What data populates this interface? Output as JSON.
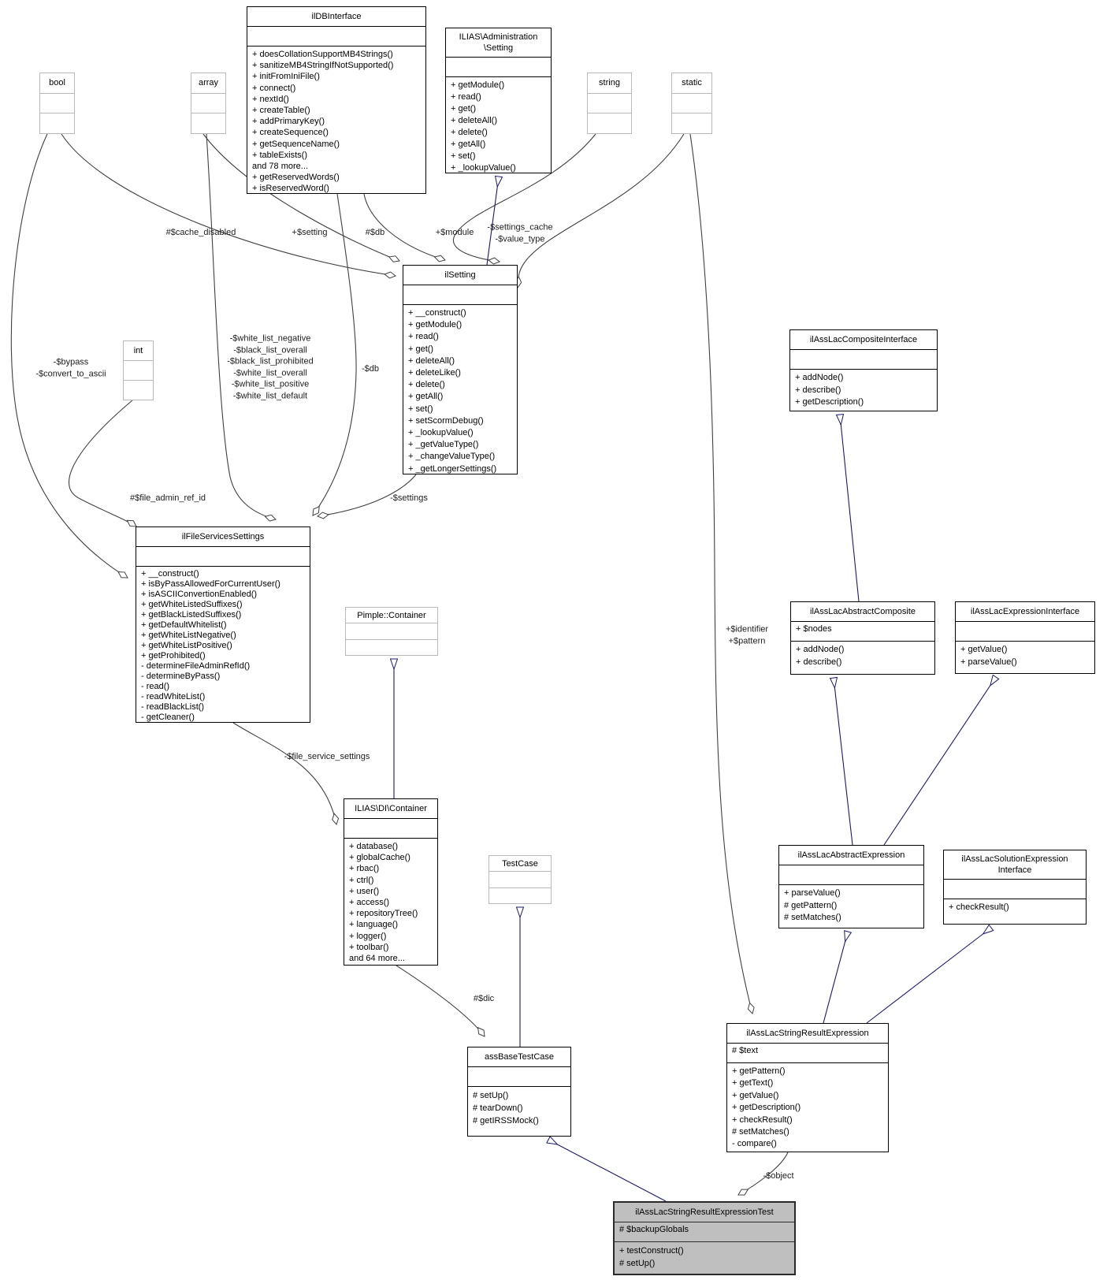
{
  "classes": {
    "db_interface": {
      "title": "ilDBInterface",
      "attrs": [],
      "methods": [
        "+ doesCollationSupportMB4Strings()",
        "+ sanitizeMB4StringIfNotSupported()",
        "+ initFromIniFile()",
        "+ connect()",
        "+ nextId()",
        "+ createTable()",
        "+ addPrimaryKey()",
        "+ createSequence()",
        "+ getSequenceName()",
        "+ tableExists()",
        "and 78 more...",
        "+ getReservedWords()",
        "+ isReservedWord()"
      ]
    },
    "administration_setting": {
      "title": "ILIAS\\Administration\n\\Setting",
      "attrs": [],
      "methods": [
        "+ getModule()",
        "+ read()",
        "+ get()",
        "+ deleteAll()",
        "+ delete()",
        "+ getAll()",
        "+ set()",
        "+ _lookupValue()"
      ]
    },
    "bool_type": {
      "title": "bool"
    },
    "array_type": {
      "title": "array"
    },
    "string_type": {
      "title": "string"
    },
    "static_type": {
      "title": "static"
    },
    "int_type": {
      "title": "int"
    },
    "il_setting": {
      "title": "ilSetting",
      "attrs": [],
      "methods": [
        "+ __construct()",
        "+ getModule()",
        "+ read()",
        "+ get()",
        "+ deleteAll()",
        "+ deleteLike()",
        "+ delete()",
        "+ getAll()",
        "+ set()",
        "+ setScormDebug()",
        "+ _lookupValue()",
        "+ _getValueType()",
        "+ _changeValueType()",
        "+ _getLongerSettings()"
      ]
    },
    "file_services_settings": {
      "title": "ilFileServicesSettings",
      "attrs": [],
      "methods": [
        "+ __construct()",
        "+ isByPassAllowedForCurrentUser()",
        "+ isASCIIConvertionEnabled()",
        "+ getWhiteListedSuffixes()",
        "+ getBlackListedSuffixes()",
        "+ getDefaultWhitelist()",
        "+ getWhiteListNegative()",
        "+ getWhiteListPositive()",
        "+ getProhibited()",
        "- determineFileAdminRefId()",
        "- determineByPass()",
        "- read()",
        "- readWhiteList()",
        "- readBlackList()",
        "- getCleaner()"
      ]
    },
    "pimple_container": {
      "title": "Pimple::Container"
    },
    "di_container": {
      "title": "ILIAS\\DI\\Container",
      "attrs": [],
      "methods": [
        "+ database()",
        "+ globalCache()",
        "+ rbac()",
        "+ ctrl()",
        "+ user()",
        "+ access()",
        "+ repositoryTree()",
        "+ language()",
        "+ logger()",
        "+ toolbar()",
        "and 64 more..."
      ]
    },
    "test_case": {
      "title": "TestCase"
    },
    "ass_base_test_case": {
      "title": "assBaseTestCase",
      "attrs": [],
      "methods": [
        "# setUp()",
        "# tearDown()",
        "# getIRSSMock()"
      ]
    },
    "composite_interface": {
      "title": "ilAssLacCompositeInterface",
      "attrs": [],
      "methods": [
        "+ addNode()",
        "+ describe()",
        "+ getDescription()"
      ]
    },
    "abstract_composite": {
      "title": "ilAssLacAbstractComposite",
      "attrs": [
        "+ $nodes"
      ],
      "methods": [
        "+ addNode()",
        "+ describe()"
      ]
    },
    "expression_interface": {
      "title": "ilAssLacExpressionInterface",
      "attrs": [],
      "methods": [
        "+ getValue()",
        "+ parseValue()"
      ]
    },
    "abstract_expression": {
      "title": "ilAssLacAbstractExpression",
      "attrs": [],
      "methods": [
        "+ parseValue()",
        "# getPattern()",
        "# setMatches()"
      ]
    },
    "solution_expression_interface": {
      "title": "ilAssLacSolutionExpression\nInterface",
      "attrs": [],
      "methods": [
        "+ checkResult()"
      ]
    },
    "string_result_expression": {
      "title": "ilAssLacStringResultExpression",
      "attrs": [
        "# $text"
      ],
      "methods": [
        "+ getPattern()",
        "+ getText()",
        "+ getValue()",
        "+ getDescription()",
        "+ checkResult()",
        "# setMatches()",
        "- compare()"
      ]
    },
    "test_class": {
      "title": "ilAssLacStringResultExpressionTest",
      "attrs": [
        "# $backupGlobals"
      ],
      "methods": [
        "+ testConstruct()",
        "# setUp()"
      ]
    }
  },
  "edge_labels": {
    "cache_disabled": "#$cache_disabled",
    "setting": "+$setting",
    "db": "#$db",
    "module": "+$module",
    "settings_cache": "-$settings_cache\n-$value_type",
    "white_lists": "-$white_list_negative\n-$black_list_overall\n-$black_list_prohibited\n-$white_list_overall\n-$white_list_positive\n-$white_list_default",
    "bypass": "-$bypass\n-$convert_to_ascii",
    "file_admin_ref_id": "#$file_admin_ref_id",
    "db2": "-$db",
    "settings2": "-$settings",
    "file_service_settings": "-$file_service_settings",
    "dic": "#$dic",
    "identifier_pattern": "+$identifier\n+$pattern",
    "object": "-$object"
  },
  "colors": {
    "inheritance": "#191970",
    "aggregation": "#404040",
    "highlight_bg": "#bfbfbf"
  }
}
